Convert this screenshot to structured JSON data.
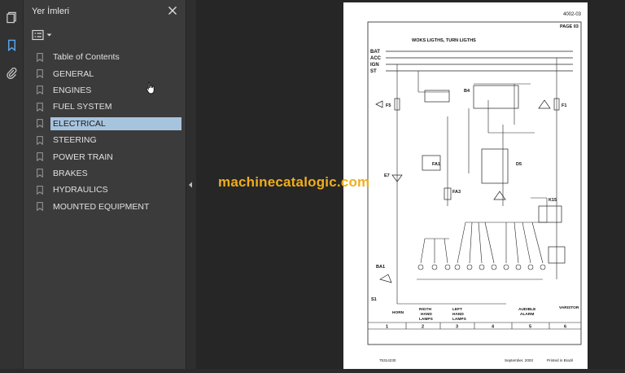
{
  "panel": {
    "title": "Yer İmleri",
    "bookmarks": [
      {
        "label": "Table of Contents"
      },
      {
        "label": "GENERAL"
      },
      {
        "label": "ENGINES"
      },
      {
        "label": "FUEL SYSTEM"
      },
      {
        "label": "ELECTRICAL"
      },
      {
        "label": "STEERING"
      },
      {
        "label": "POWER TRAIN"
      },
      {
        "label": "BRAKES"
      },
      {
        "label": "HYDRAULICS"
      },
      {
        "label": "MOUNTED EQUIPMENT"
      }
    ],
    "selected_index": 4
  },
  "watermark": "machinecatalogic.com",
  "page": {
    "doc_number": "4002-03",
    "page_label": "PAGE 03",
    "schematic_title": "WOKS LIGTHS, TURN LIGTHS",
    "rails": [
      "BAT",
      "ACC",
      "IGN",
      "ST"
    ],
    "components": [
      "F5",
      "B4",
      "F1",
      "FA1",
      "E7",
      "FA3",
      "D5",
      "K15",
      "BA1",
      "S1"
    ],
    "bottom_labels": [
      "HORN",
      "RIGTH\nHAND\nLAMPS",
      "LEFT\nHAND\nLAMPS",
      "AUDIBLE\nALARM",
      "VARISTOR"
    ],
    "columns": [
      "1",
      "2",
      "3",
      "4",
      "5",
      "6"
    ],
    "footer_left": "75314230",
    "footer_mid": "September, 2003",
    "footer_right": "Printed in Brazil"
  },
  "colors": {
    "selection": "#a7c4df",
    "watermark": "#f0ad1b"
  }
}
